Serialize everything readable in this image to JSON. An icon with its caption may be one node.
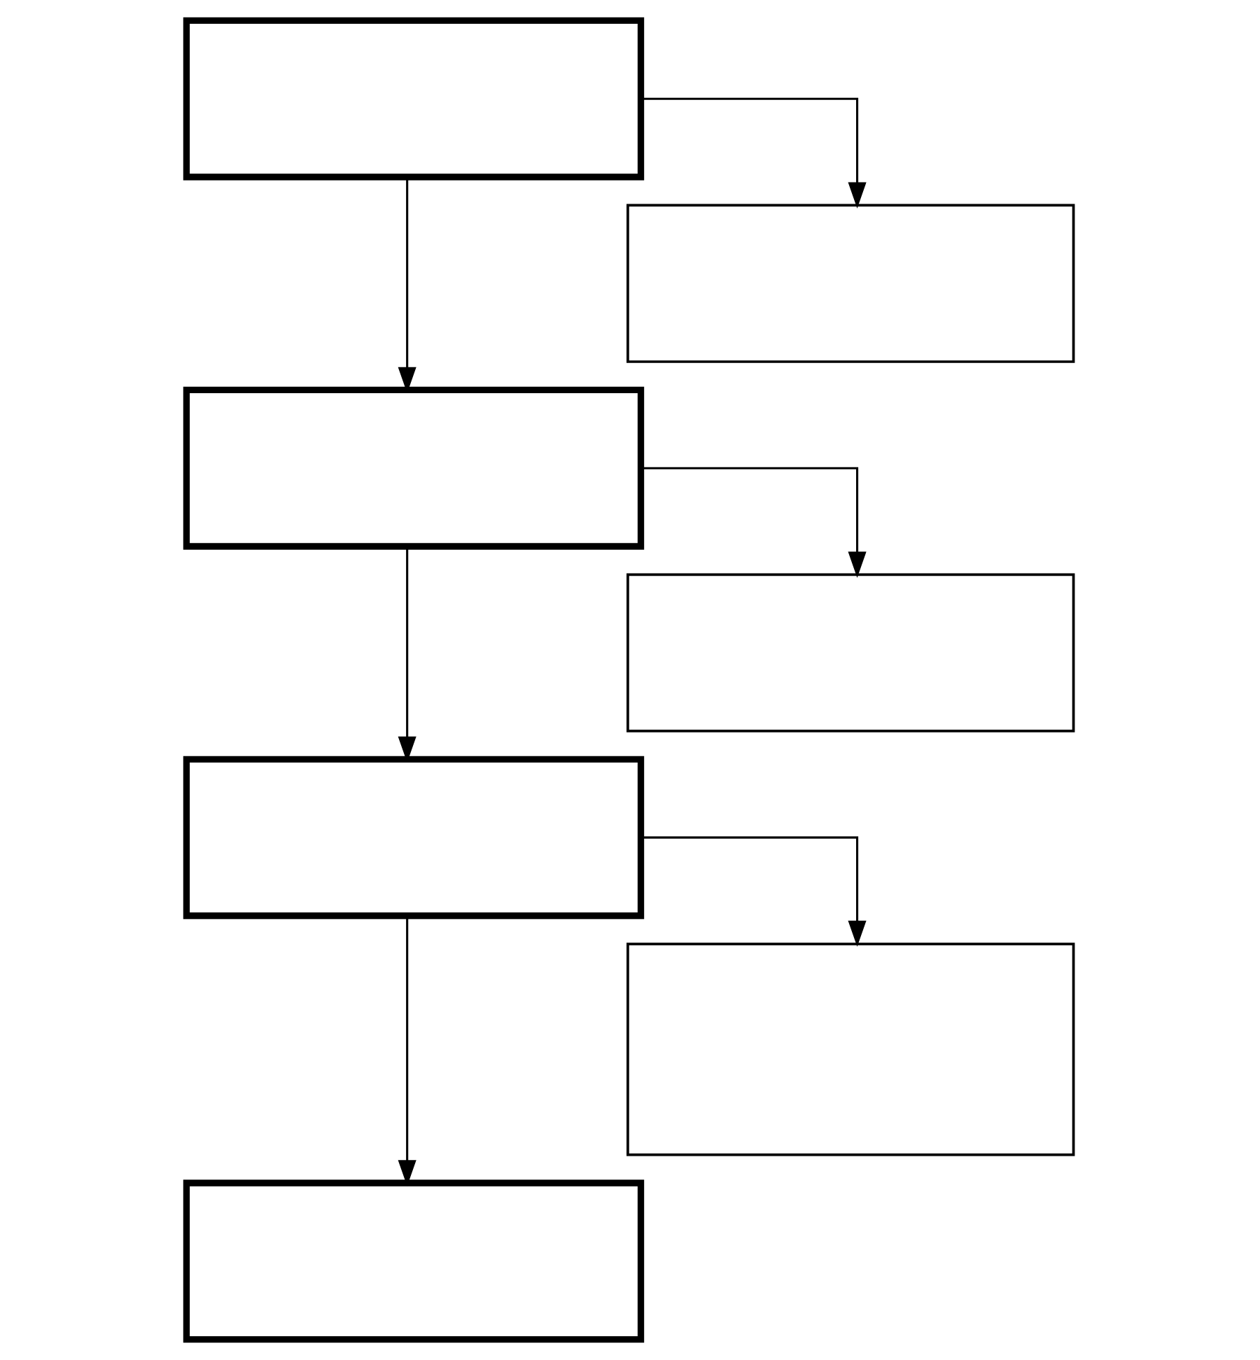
{
  "diagram": {
    "nodes": [
      {
        "text": [],
        "shape": "box"
      },
      {
        "text": [],
        "shape": "box"
      },
      {
        "text": [],
        "shape": "box"
      },
      {
        "text": [],
        "shape": "box"
      },
      {
        "text": [],
        "shape": "box"
      },
      {
        "text": [],
        "shape": "box"
      },
      {
        "text": [],
        "shape": "box"
      }
    ],
    "edges": [
      {
        "from": 0,
        "to": 2,
        "arrow": "to"
      },
      {
        "from": 0,
        "to": 1,
        "arrow": "to"
      },
      {
        "from": 2,
        "to": 4,
        "arrow": "to"
      },
      {
        "from": 2,
        "to": 3,
        "arrow": "to"
      },
      {
        "from": 4,
        "to": 6,
        "arrow": "to"
      },
      {
        "from": 4,
        "to": 5,
        "arrow": "to"
      }
    ]
  }
}
